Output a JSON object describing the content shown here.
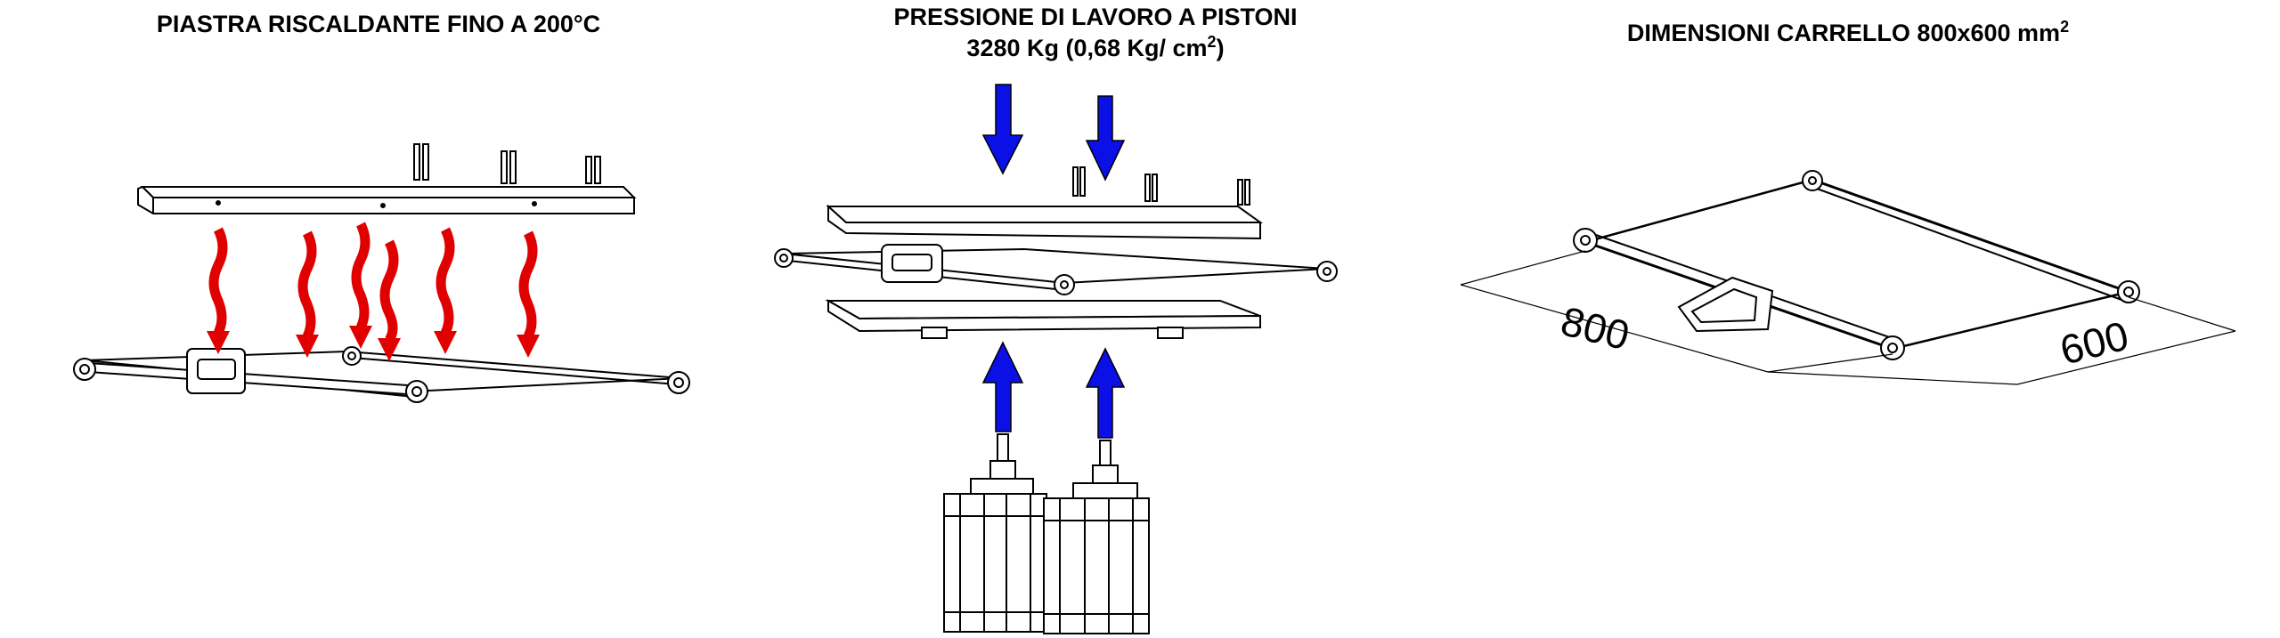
{
  "panels": {
    "heating": {
      "title": "PIASTRA RISCALDANTE FINO A 200°C"
    },
    "pressure": {
      "title_line1": "PRESSIONE DI LAVORO A PISTONI",
      "title_line2_pre": "3280 Kg (0,68 Kg/ cm",
      "title_line2_sup": "2",
      "title_line2_post": ")"
    },
    "dimensions": {
      "title_pre": "DIMENSIONI CARRELLO 800x600 mm",
      "title_sup": "2",
      "dim_length": "800",
      "dim_width": "600"
    }
  },
  "colors": {
    "heat_arrow": "#e00000",
    "pressure_arrow": "#0a10e6",
    "line": "#000000"
  }
}
